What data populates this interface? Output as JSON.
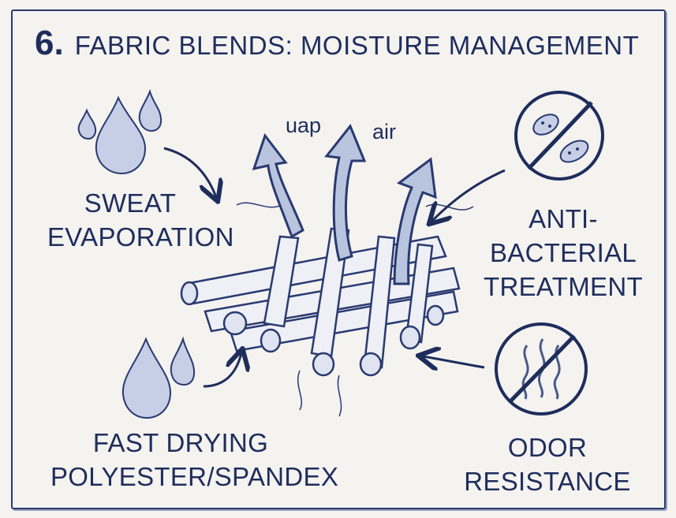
{
  "title": {
    "number": "6.",
    "text": "FABRIC BLENDS: MOISTURE MANAGEMENT"
  },
  "labels": {
    "sweat_line1": "SWEAT",
    "sweat_line2": "EVAPORATION",
    "antibac_line1": "ANTI-",
    "antibac_line2": "BACTERIAL",
    "antibac_line3": "TREATMENT",
    "drying_line1": "FAST DRYING",
    "drying_line2": "POLYESTER/SPANDEX",
    "odor_line1": "ODOR",
    "odor_line2": "RESISTANCE",
    "arrow_uap": "uap",
    "arrow_air": "air"
  },
  "icons": [
    "water-drop-icon",
    "no-bacteria-icon",
    "no-odor-icon",
    "fabric-weave-icon",
    "vapor-arrow-icon"
  ],
  "colors": {
    "ink": "#1f2d5c",
    "accent": "#2a3a70",
    "wash": "#b9c4de",
    "paper": "#f4f3f0"
  }
}
